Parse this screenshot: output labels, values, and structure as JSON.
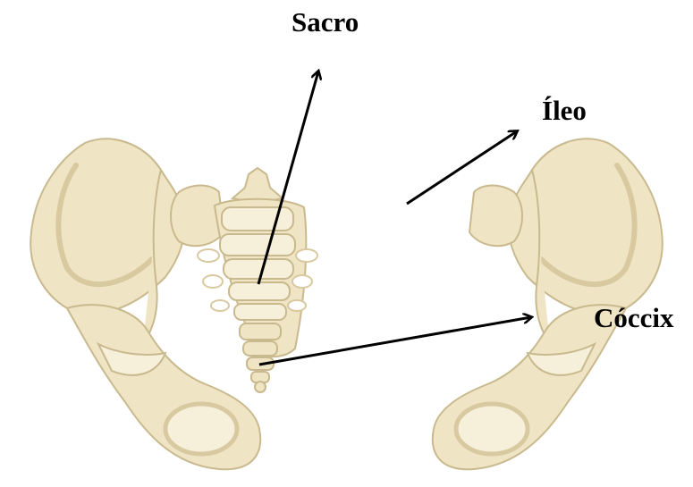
{
  "labels": {
    "sacro": "Sacro",
    "ileo": "Íleo",
    "coccix": "Cóccix"
  },
  "colors": {
    "bone_fill": "#efe4c3",
    "bone_light": "#f6efd9",
    "bone_shadow": "#d8c9a0",
    "bone_outline": "#c9b98e",
    "arrow": "#000000"
  }
}
